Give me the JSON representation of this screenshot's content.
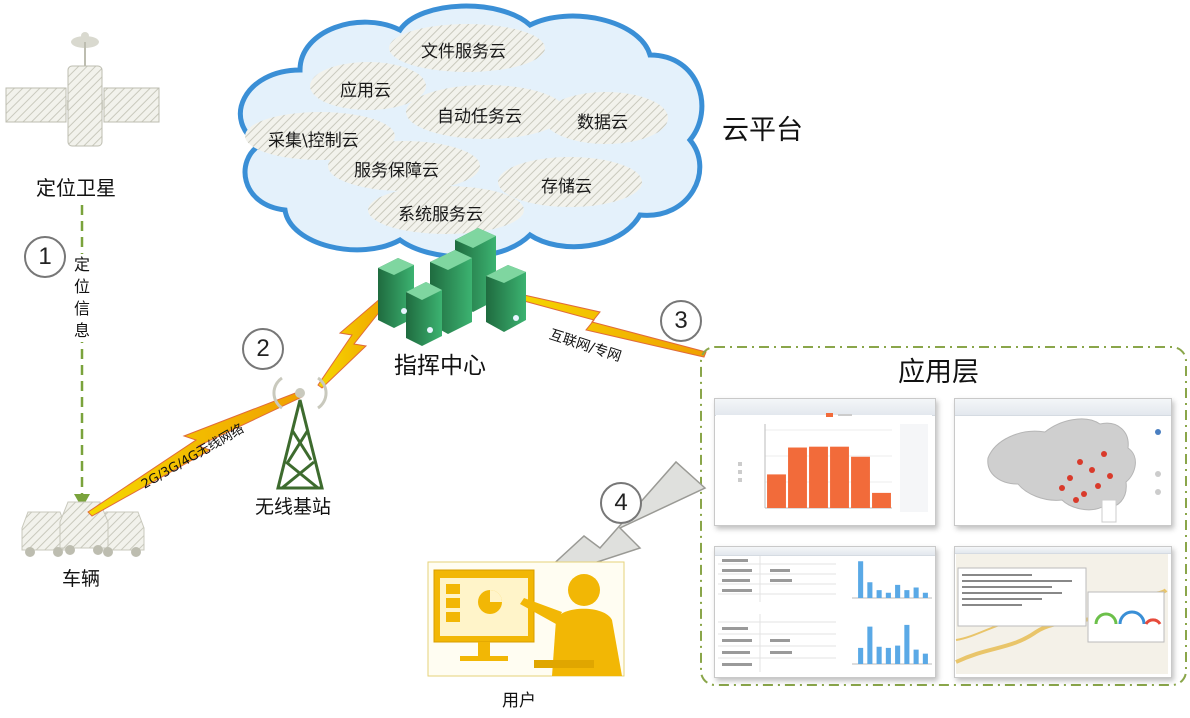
{
  "cloud": {
    "title": "云平台",
    "services": [
      "文件服务云",
      "应用云",
      "自动任务云",
      "数据云",
      "采集\\控制云",
      "服务保障云",
      "存储云",
      "系统服务云"
    ]
  },
  "nodes": {
    "satellite": "定位卫星",
    "command_center": "指挥中心",
    "base_station": "无线基站",
    "vehicle": "车辆",
    "user": "用户",
    "app_layer": "应用层"
  },
  "links": {
    "step1": "1",
    "step1_label": "定位信息",
    "step2": "2",
    "step2_label": "2G/3G/4G无线网络",
    "step3": "3",
    "step3_label": "互联网/专网",
    "step4": "4"
  },
  "colors": {
    "cloud_fill": "#e4f1fb",
    "cloud_edge": "#3a8fd6",
    "server_green": "#2e8b57",
    "lightning": "#f5d800",
    "tower": "#3d6b2e",
    "user_yellow": "#f2b705",
    "bar_orange": "#f26b3a",
    "bar_blue": "#5aa9e6",
    "map_pin": "#d93a2b"
  },
  "chart_data": [
    {
      "type": "bar",
      "values": [
        4,
        7.2,
        7.3,
        7.3,
        6.1,
        1.8
      ],
      "ylim": [
        0,
        10
      ]
    },
    {
      "type": "bar",
      "values": [
        7,
        3,
        1.5,
        1,
        2.5,
        1.5,
        2,
        1
      ],
      "ylim": [
        0,
        8
      ]
    },
    {
      "type": "bar",
      "values": [
        2.8,
        6.5,
        3,
        2.8,
        3.2,
        6.8,
        2.5,
        1.8
      ],
      "ylim": [
        0,
        8
      ]
    }
  ]
}
